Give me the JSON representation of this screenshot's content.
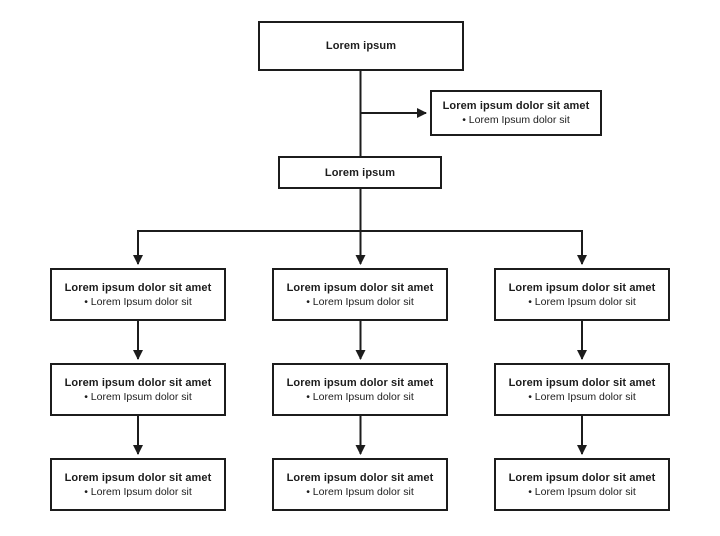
{
  "colors": {
    "background": "#ffffff",
    "box_fill": "#ffffff",
    "box_border": "#1c1c1c",
    "line": "#1c1c1c",
    "text": "#1c1c1c"
  },
  "diagram": {
    "root": {
      "title": "Lorem ipsum"
    },
    "annotation": {
      "title": "Lorem ipsum dolor sit amet",
      "bullet": "• Lorem Ipsum dolor sit"
    },
    "parent": {
      "title": "Lorem ipsum"
    },
    "columns": [
      {
        "rows": [
          {
            "title": "Lorem ipsum dolor sit amet",
            "bullet": "• Lorem Ipsum dolor sit"
          },
          {
            "title": "Lorem ipsum dolor sit amet",
            "bullet": "• Lorem Ipsum dolor sit"
          },
          {
            "title": "Lorem ipsum dolor sit amet",
            "bullet": "• Lorem Ipsum dolor sit"
          }
        ]
      },
      {
        "rows": [
          {
            "title": "Lorem ipsum dolor sit amet",
            "bullet": "• Lorem Ipsum dolor sit"
          },
          {
            "title": "Lorem ipsum dolor sit amet",
            "bullet": "• Lorem Ipsum dolor sit"
          },
          {
            "title": "Lorem ipsum dolor sit amet",
            "bullet": "• Lorem Ipsum dolor sit"
          }
        ]
      },
      {
        "rows": [
          {
            "title": "Lorem ipsum dolor sit amet",
            "bullet": "• Lorem Ipsum dolor sit"
          },
          {
            "title": "Lorem ipsum dolor sit amet",
            "bullet": "• Lorem Ipsum dolor sit"
          },
          {
            "title": "Lorem ipsum dolor sit amet",
            "bullet": "• Lorem Ipsum dolor sit"
          }
        ]
      }
    ]
  }
}
